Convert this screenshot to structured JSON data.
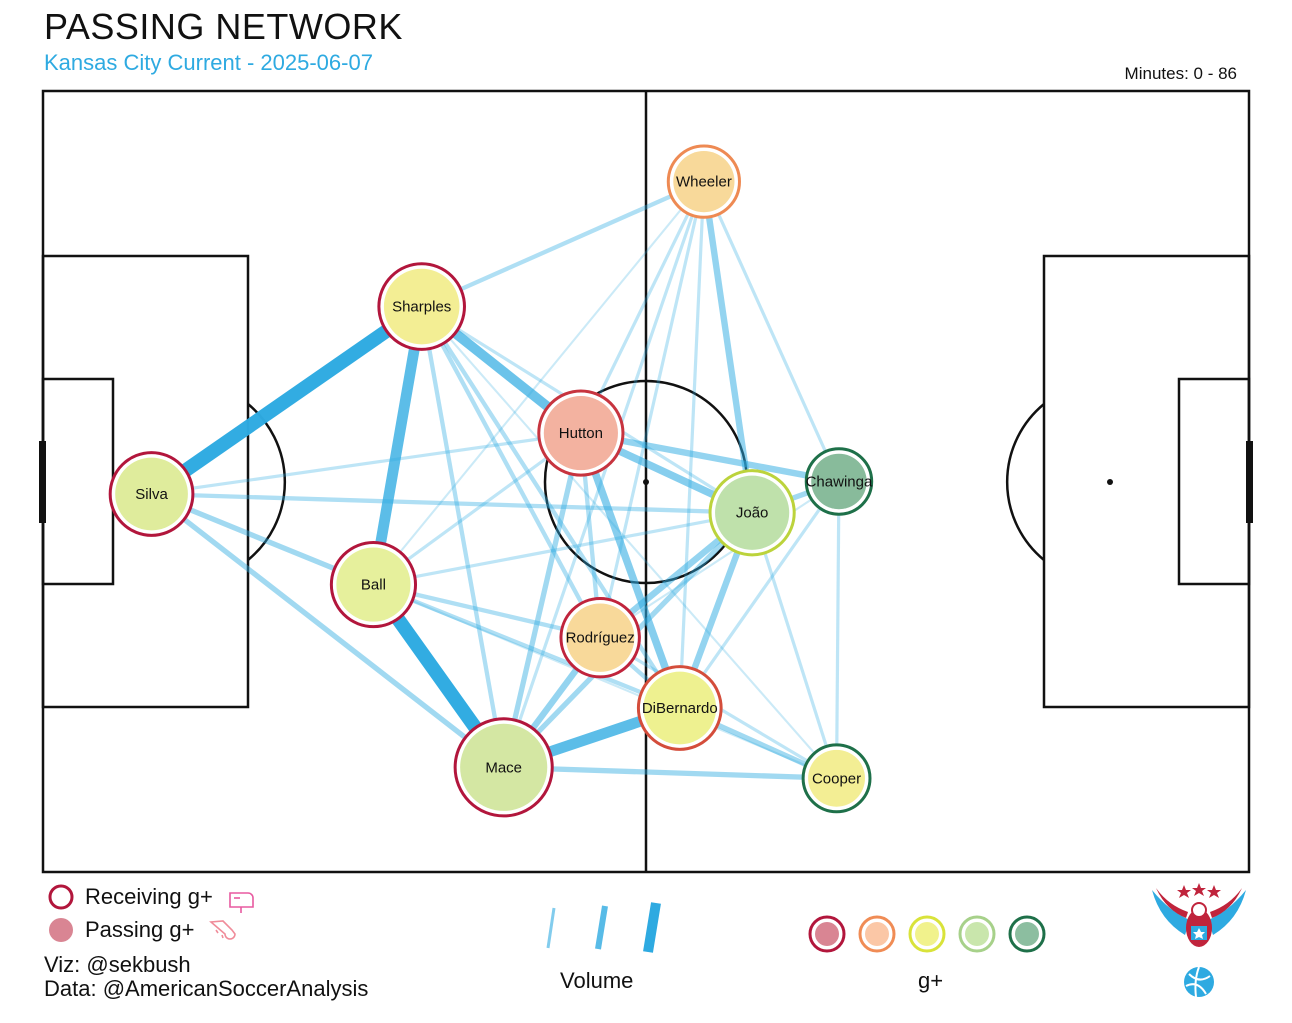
{
  "header": {
    "title": "PASSING NETWORK",
    "subtitle": "Kansas City Current - 2025-06-07",
    "minutes": "Minutes: 0 - 86"
  },
  "legend": {
    "receiving_label": "Receiving g+",
    "passing_label": "Passing g+",
    "volume_label": "Volume",
    "gplus_label": "g+",
    "gplus_scale_colors": [
      "#b2163c",
      "#f08c55",
      "#d9e33a",
      "#a7d18a",
      "#1e7049"
    ],
    "receiving_icon": "mailbox-icon",
    "passing_icon": "cleat-icon"
  },
  "credits": {
    "viz": "Viz: @sekbush",
    "data": "Data: @AmericanSoccerAnalysis"
  },
  "colors": {
    "pass_line": "#2eaae1",
    "pitch_line": "#111111",
    "brand_red": "#c0243c",
    "brand_blue": "#2eaae1"
  },
  "chart_data": {
    "type": "network",
    "players": [
      {
        "name": "Wheeler",
        "x": 54.8,
        "y": 88.4,
        "fill": "#f8d99a",
        "ring": "#ee8a53",
        "size": 0.6
      },
      {
        "name": "Sharples",
        "x": 31.4,
        "y": 72.4,
        "fill": "#f3ee94",
        "ring": "#b2163c",
        "size": 0.8
      },
      {
        "name": "Hutton",
        "x": 44.6,
        "y": 56.2,
        "fill": "#f3b2a0",
        "ring": "#c7343f",
        "size": 0.78
      },
      {
        "name": "Silva",
        "x": 9.0,
        "y": 48.4,
        "fill": "#dfec9c",
        "ring": "#b2163c",
        "size": 0.76
      },
      {
        "name": "João",
        "x": 58.8,
        "y": 46.0,
        "fill": "#bfe1ab",
        "ring": "#bcd33c",
        "size": 0.78
      },
      {
        "name": "Chawinga",
        "x": 66.0,
        "y": 50.0,
        "fill": "#88bb9b",
        "ring": "#1e7049",
        "size": 0.52
      },
      {
        "name": "Ball",
        "x": 27.4,
        "y": 36.8,
        "fill": "#e6f09c",
        "ring": "#b2163c",
        "size": 0.78
      },
      {
        "name": "Rodríguez",
        "x": 46.2,
        "y": 30.0,
        "fill": "#f8d99a",
        "ring": "#c0243c",
        "size": 0.7
      },
      {
        "name": "DiBernardo",
        "x": 52.8,
        "y": 21.0,
        "fill": "#eef190",
        "ring": "#d44d3b",
        "size": 0.76
      },
      {
        "name": "Mace",
        "x": 38.2,
        "y": 13.4,
        "fill": "#d4e7a3",
        "ring": "#b2163c",
        "size": 0.96
      },
      {
        "name": "Cooper",
        "x": 65.8,
        "y": 12.0,
        "fill": "#f3ee94",
        "ring": "#1e7049",
        "size": 0.54
      }
    ],
    "passes": [
      {
        "from": "Silva",
        "to": "Sharples",
        "volume": 12
      },
      {
        "from": "Sharples",
        "to": "Ball",
        "volume": 9
      },
      {
        "from": "Sharples",
        "to": "Hutton",
        "volume": 8
      },
      {
        "from": "Ball",
        "to": "Mace",
        "volume": 12
      },
      {
        "from": "Mace",
        "to": "DiBernardo",
        "volume": 9
      },
      {
        "from": "Hutton",
        "to": "João",
        "volume": 6
      },
      {
        "from": "Hutton",
        "to": "DiBernardo",
        "volume": 6
      },
      {
        "from": "Hutton",
        "to": "Chawinga",
        "volume": 5
      },
      {
        "from": "Wheeler",
        "to": "João",
        "volume": 5
      },
      {
        "from": "João",
        "to": "DiBernardo",
        "volume": 5
      },
      {
        "from": "João",
        "to": "Rodríguez",
        "volume": 5
      },
      {
        "from": "João",
        "to": "Mace",
        "volume": 4
      },
      {
        "from": "Rodríguez",
        "to": "Mace",
        "volume": 5
      },
      {
        "from": "Silva",
        "to": "Ball",
        "volume": 4
      },
      {
        "from": "Silva",
        "to": "Mace",
        "volume": 4
      },
      {
        "from": "Silva",
        "to": "João",
        "volume": 3
      },
      {
        "from": "Ball",
        "to": "Rodríguez",
        "volume": 3
      },
      {
        "from": "Ball",
        "to": "DiBernardo",
        "volume": 3
      },
      {
        "from": "Mace",
        "to": "Cooper",
        "volume": 4
      },
      {
        "from": "DiBernardo",
        "to": "Cooper",
        "volume": 4
      },
      {
        "from": "Hutton",
        "to": "Mace",
        "volume": 4
      },
      {
        "from": "Sharples",
        "to": "Wheeler",
        "volume": 3
      },
      {
        "from": "Sharples",
        "to": "Rodríguez",
        "volume": 3
      },
      {
        "from": "Sharples",
        "to": "Mace",
        "volume": 3
      },
      {
        "from": "Sharples",
        "to": "DiBernardo",
        "volume": 3
      },
      {
        "from": "Sharples",
        "to": "João",
        "volume": 2
      },
      {
        "from": "Hutton",
        "to": "Rodríguez",
        "volume": 3
      },
      {
        "from": "Hutton",
        "to": "Ball",
        "volume": 2
      },
      {
        "from": "Wheeler",
        "to": "Hutton",
        "volume": 2
      },
      {
        "from": "Wheeler",
        "to": "Chawinga",
        "volume": 2
      },
      {
        "from": "Wheeler",
        "to": "Rodríguez",
        "volume": 2
      },
      {
        "from": "Wheeler",
        "to": "Mace",
        "volume": 2
      },
      {
        "from": "Wheeler",
        "to": "DiBernardo",
        "volume": 2
      },
      {
        "from": "Wheeler",
        "to": "Ball",
        "volume": 1
      },
      {
        "from": "Chawinga",
        "to": "João",
        "volume": 4
      },
      {
        "from": "Chawinga",
        "to": "Cooper",
        "volume": 2
      },
      {
        "from": "Chawinga",
        "to": "DiBernardo",
        "volume": 2
      },
      {
        "from": "Chawinga",
        "to": "Rodríguez",
        "volume": 1
      },
      {
        "from": "João",
        "to": "Cooper",
        "volume": 2
      },
      {
        "from": "João",
        "to": "Ball",
        "volume": 2
      },
      {
        "from": "Rodríguez",
        "to": "DiBernardo",
        "volume": 3
      },
      {
        "from": "Rodríguez",
        "to": "Cooper",
        "volume": 2
      },
      {
        "from": "Silva",
        "to": "Hutton",
        "volume": 2
      },
      {
        "from": "Ball",
        "to": "Cooper",
        "volume": 1
      },
      {
        "from": "Sharples",
        "to": "Cooper",
        "volume": 1
      }
    ]
  }
}
